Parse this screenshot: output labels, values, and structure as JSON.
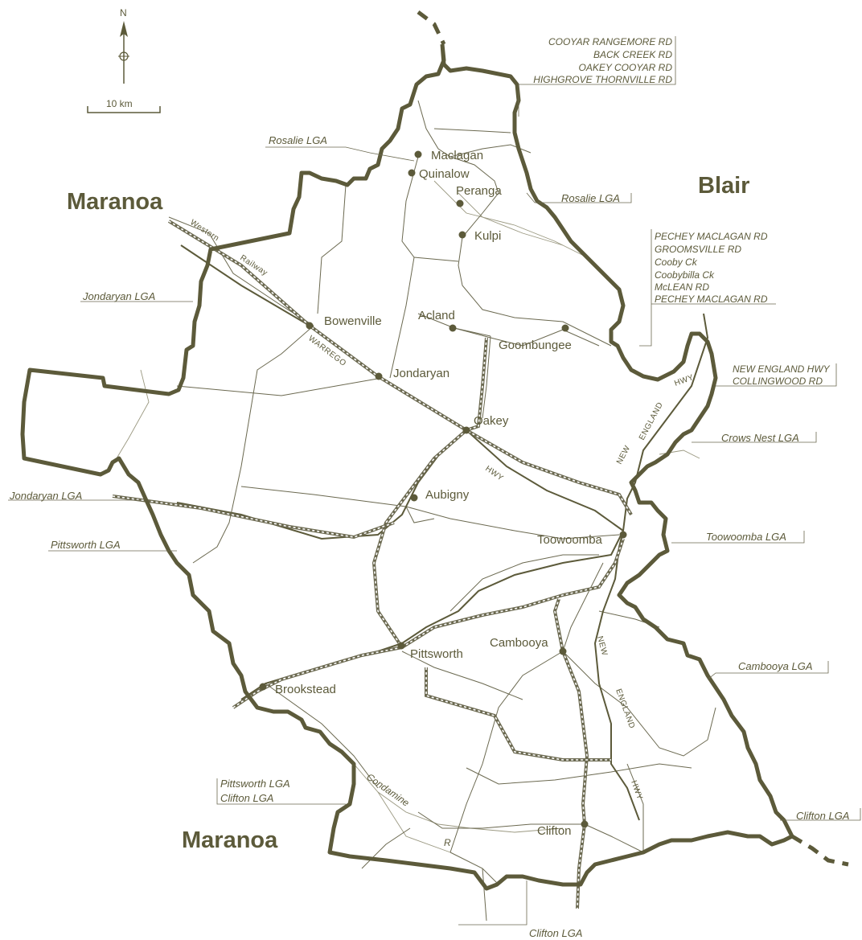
{
  "colors": {
    "ink": "#5c5a3a",
    "light_ink": "#6b6950",
    "background": "#ffffff"
  },
  "compass": {
    "north_label": "N",
    "icon": "north-arrow-icon"
  },
  "scale_bar": {
    "label": "10 km"
  },
  "regions": {
    "maranoa_north": "Maranoa",
    "maranoa_south": "Maranoa",
    "blair": "Blair"
  },
  "towns": {
    "maclagan": "Maclagan",
    "quinalow": "Quinalow",
    "peranga": "Peranga",
    "kulpi": "Kulpi",
    "bowenville": "Bowenville",
    "acland": "Acland",
    "goombungee": "Goombungee",
    "jondaryan": "Jondaryan",
    "oakey": "Oakey",
    "aubigny": "Aubigny",
    "toowoomba": "Toowoomba",
    "pittsworth": "Pittsworth",
    "cambooya": "Cambooya",
    "brookstead": "Brookstead",
    "clifton": "Clifton"
  },
  "route_labels": {
    "western": "Western",
    "railway": "Railway",
    "warrego": "WARREGO",
    "oakey_hwy": "HWY",
    "new_north": "NEW",
    "england_north": "ENGLAND",
    "hwy_north": "HWY",
    "new_south": "NEW",
    "england_south": "ENGLAND",
    "hwy_south": "HWY"
  },
  "river_labels": {
    "condamine": "Condamine",
    "r": "R"
  },
  "annotations": {
    "northeast_roads": [
      "COOYAR RANGEMORE RD",
      "BACK CREEK RD",
      "OAKEY COOYAR RD",
      "HIGHGROVE THORNVILLE RD"
    ],
    "rosalie_west": "Rosalie LGA",
    "rosalie_east": "Rosalie LGA",
    "pechey_group": [
      "PECHEY MACLAGAN RD",
      "GROOMSVILLE RD",
      "Cooby Ck",
      "Coobybilla Ck",
      "McLEAN RD",
      "PECHEY MACLAGAN RD"
    ],
    "jondaryan_north": "Jondaryan  LGA",
    "new_england_group": [
      "NEW ENGLAND HWY",
      "COLLINGWOOD RD"
    ],
    "crows_nest": "Crows Nest LGA",
    "jondaryan_south": "Jondaryan  LGA",
    "pittsworth": "Pittsworth LGA",
    "toowoomba": "Toowoomba LGA",
    "cambooya": "Cambooya LGA",
    "pittsworth_clifton": [
      "Pittsworth LGA",
      "Clifton  LGA"
    ],
    "clifton_east": "Clifton LGA",
    "clifton_south": "Clifton  LGA"
  }
}
